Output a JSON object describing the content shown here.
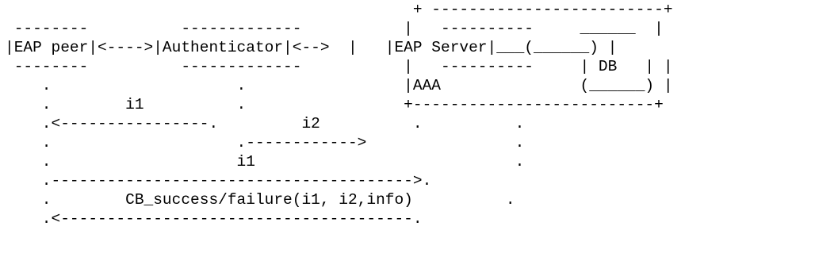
{
  "diagram": {
    "lines": [
      "                                            + -------------------------+",
      " --------          -------------           |   ----------     ______  |",
      "|EAP peer|<---->|Authenticator|<-->  |   |EAP Server|___(______) |",
      " --------          -------------           |   ----------     | DB   | |",
      "    .                    .                 |AAA               (______) |",
      "    .        i1          .                 +--------------------------+",
      "    .<----------------.         i2          .          .",
      "    .                    .------------>                .",
      "    .                    i1                            .",
      "    .--------------------------------------->.",
      "    .        CB_success/failure(i1, i2,info)          .",
      "    .<--------------------------------------."
    ]
  }
}
